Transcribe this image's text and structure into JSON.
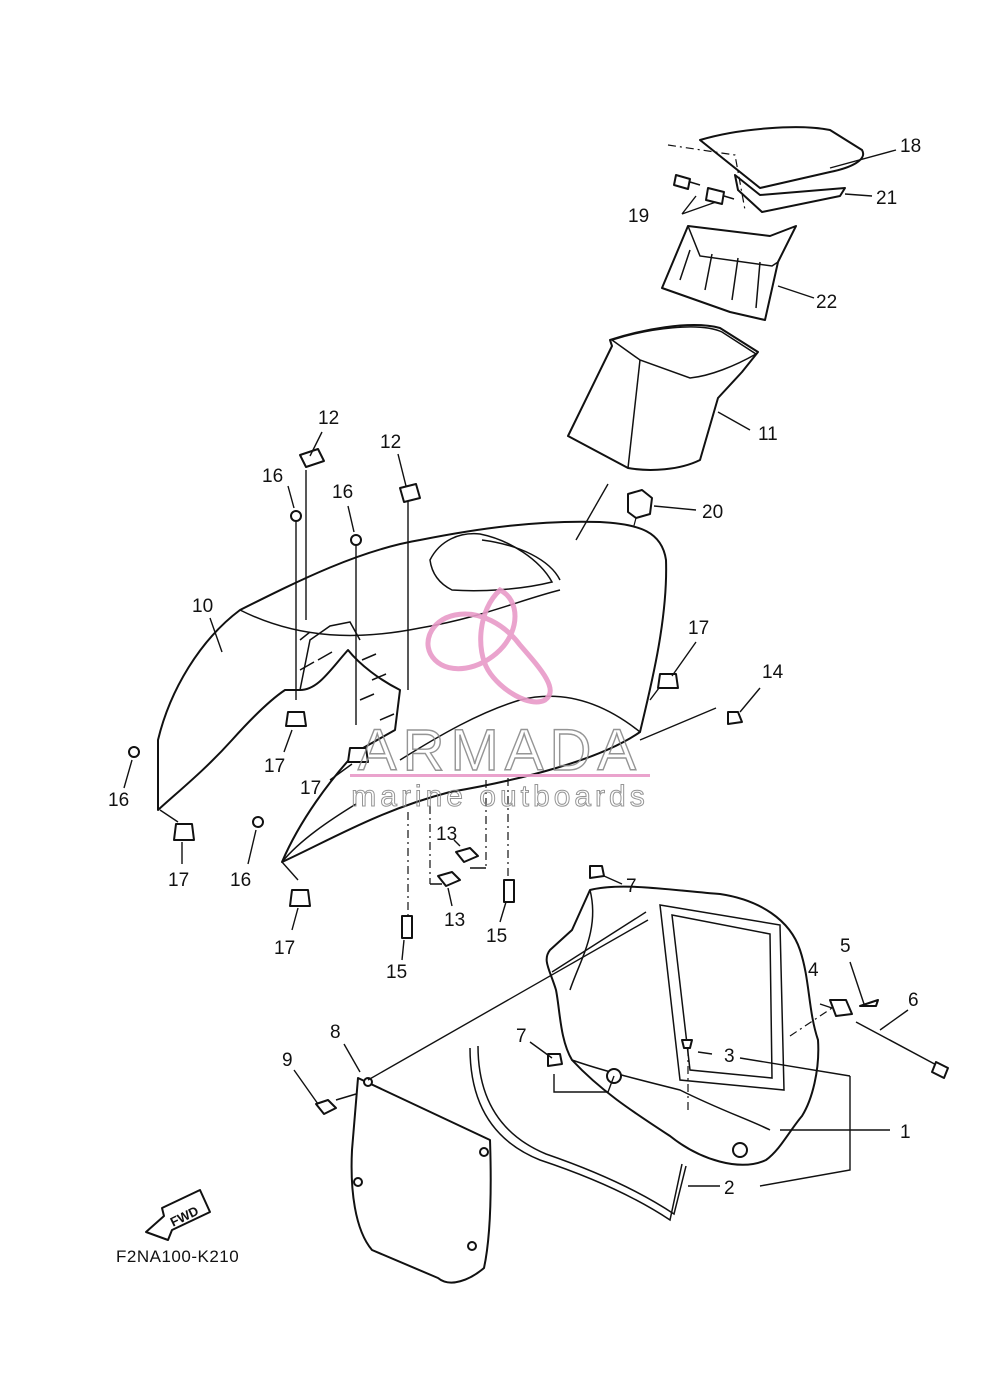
{
  "diagram": {
    "code": "F2NA100-K210",
    "fwd_label": "FWD",
    "watermark": {
      "title": "ARMADA",
      "subtitle": "marine outboards",
      "accent_color": "#e89ac8"
    },
    "callouts": [
      "1",
      "2",
      "3",
      "4",
      "5",
      "6",
      "7",
      "7",
      "8",
      "9",
      "10",
      "11",
      "12",
      "12",
      "13",
      "13",
      "14",
      "15",
      "15",
      "16",
      "16",
      "16",
      "16",
      "17",
      "17",
      "17",
      "17",
      "17",
      "18",
      "19",
      "20",
      "21",
      "22"
    ]
  }
}
